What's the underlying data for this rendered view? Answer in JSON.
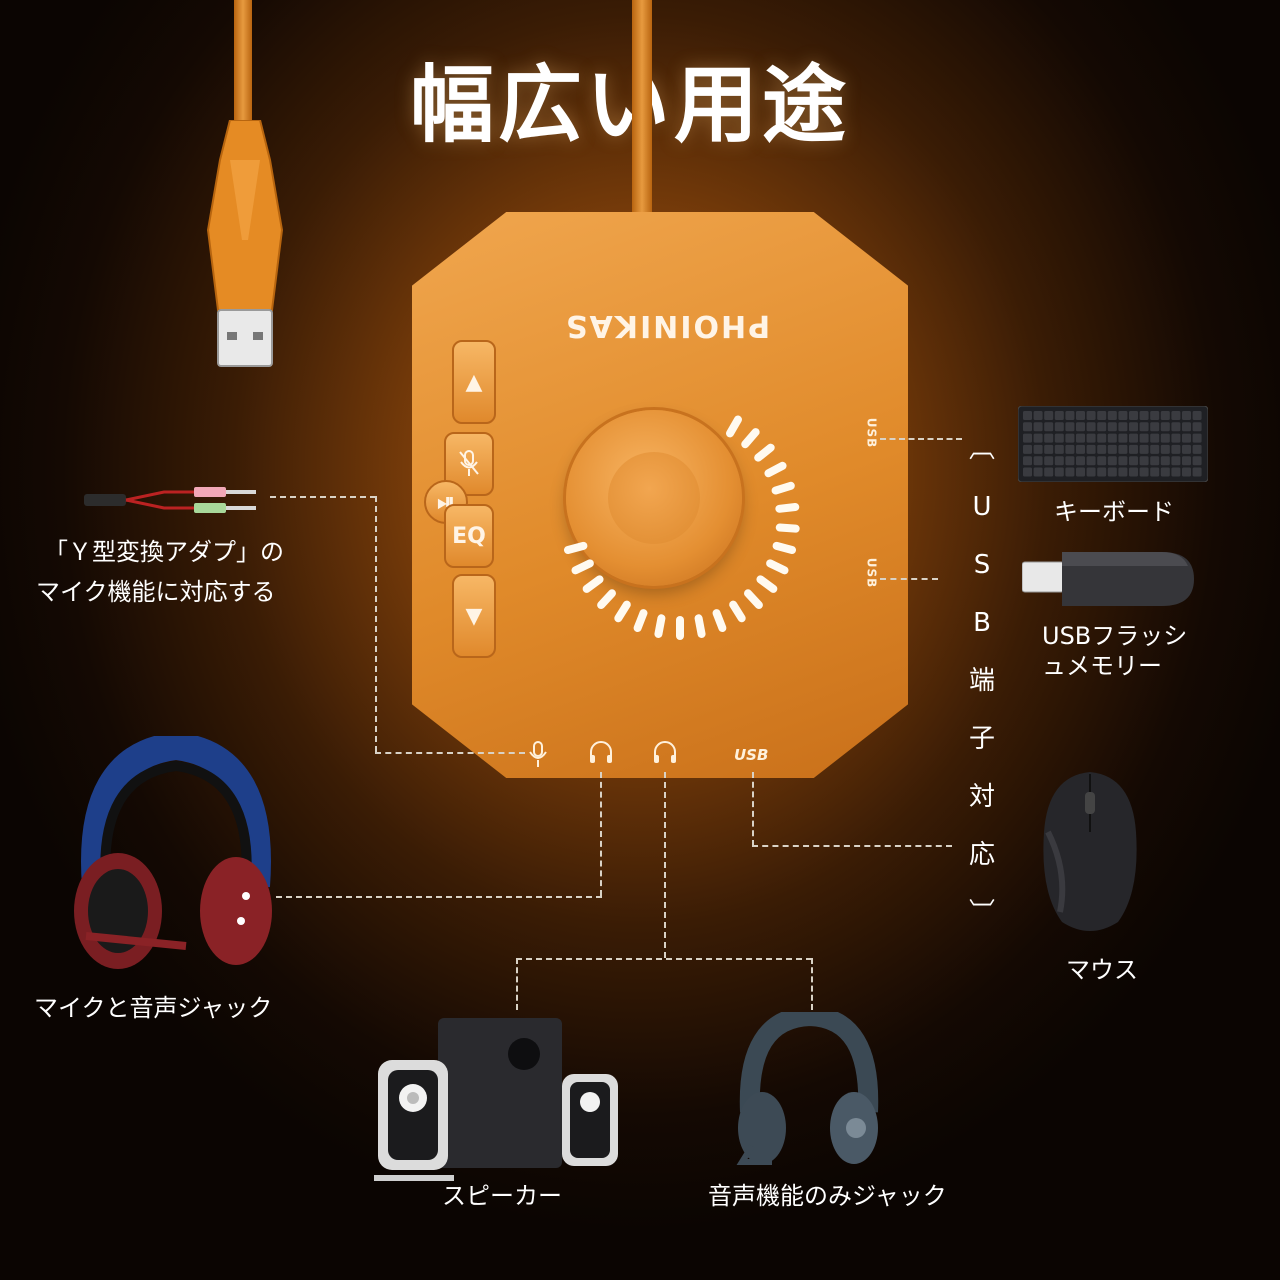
{
  "title": "幅広い用途",
  "device": {
    "brand": "PHOINIKAS",
    "btn_eq": "EQ",
    "btn_up": "▲",
    "btn_down": "▼",
    "btn_play": "⏯",
    "usb_port_label": "USB"
  },
  "labels": {
    "y_adapter_line1": "「Ｙ型変換アダプ」の",
    "y_adapter_line2": "マイク機能に対応する",
    "headset_mic": "マイクと音声ジャック",
    "speaker": "スピーカー",
    "audio_only": "音声機能のみジャック",
    "keyboard": "キーボード",
    "usb_flash_line1": "USBフラッシ",
    "usb_flash_line2": "ュメモリー",
    "mouse": "マウス"
  },
  "usb_vertical": [
    "︹",
    "U",
    "S",
    "B",
    "端",
    "子",
    "対",
    "応",
    "︺"
  ],
  "colors": {
    "device_orange": "#e08a2a",
    "background_dark": "#140903",
    "dash_line": "#d9d2c6"
  },
  "icons": [
    "usb-plug-icon",
    "mic-icon",
    "headphone-icon",
    "keyboard-icon",
    "usb-flash-icon",
    "mouse-icon",
    "speaker-icon",
    "headset-icon",
    "y-adapter-icon"
  ]
}
